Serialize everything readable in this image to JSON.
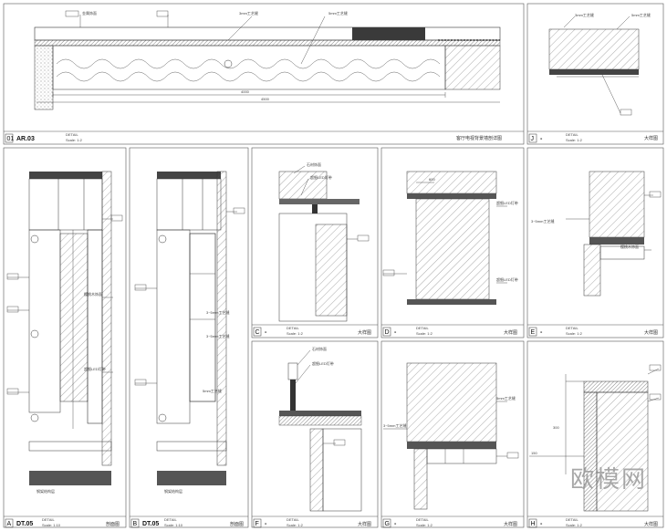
{
  "watermark": "欧模网",
  "panels": [
    {
      "id": "01",
      "ref": "AR.03",
      "detail": "DETAIL",
      "scale": "Scale: 1:2",
      "title": "客厅电视背景墙剖详图"
    },
    {
      "id": "J",
      "ref": "-",
      "detail": "DETAIL",
      "scale": "Scale: 1:2",
      "title": "大样图"
    },
    {
      "id": "A",
      "ref": "DT.05",
      "detail": "DETAIL",
      "scale": "Scale: 1:10",
      "title": "剖面图"
    },
    {
      "id": "B",
      "ref": "DT.05",
      "detail": "DETAIL",
      "scale": "Scale: 1:10",
      "title": "剖面图"
    },
    {
      "id": "C",
      "ref": "-",
      "detail": "DETAIL",
      "scale": "Scale: 1:2",
      "title": "大样图"
    },
    {
      "id": "D",
      "ref": "-",
      "detail": "DETAIL",
      "scale": "Scale: 1:2",
      "title": "大样图"
    },
    {
      "id": "E",
      "ref": "-",
      "detail": "DETAIL",
      "scale": "Scale: 1:2",
      "title": "大样图"
    },
    {
      "id": "F",
      "ref": "-",
      "detail": "DETAIL",
      "scale": "Scale: 1:2",
      "title": "大样图"
    },
    {
      "id": "G",
      "ref": "-",
      "detail": "DETAIL",
      "scale": "Scale: 1:2",
      "title": "大样图"
    },
    {
      "id": "H",
      "ref": "-",
      "detail": "DETAIL",
      "scale": "Scale: 1:2",
      "title": "大样图"
    }
  ],
  "annotations": {
    "gap_3mm": "3mm工艺缝",
    "gap_5mm": "5mm工艺缝",
    "gap_3to5mm": "3~5mm工艺缝",
    "cherry_board": "樱桃木饰面",
    "steel_frame": "钢架结构层",
    "slim_led": "超细LED灯带",
    "tag_a": "金属饰面",
    "tag_b": "石材饰面",
    "dim_long": "4000",
    "dim_sub": "4500",
    "dim_600": "600",
    "dim_300": "300",
    "dim_150": "150"
  }
}
